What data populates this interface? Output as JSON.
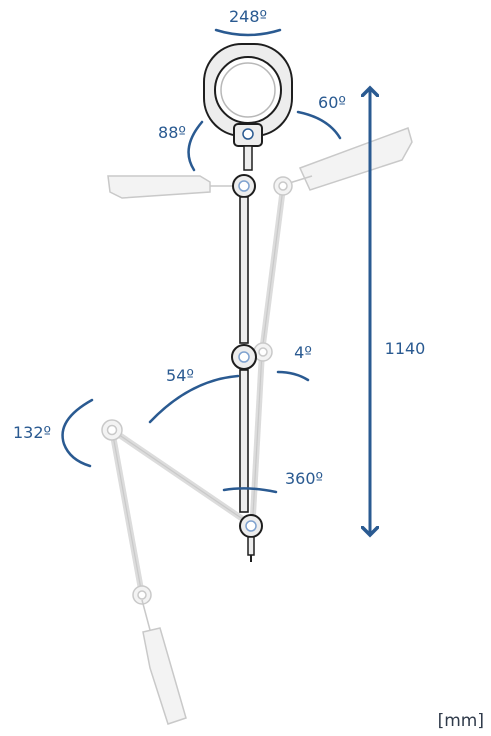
{
  "colors": {
    "accent": "#2a5a91",
    "ghost_stroke": "#c9c9c9",
    "ghost_fill": "#f3f3f3",
    "main_stroke": "#1e1e1e",
    "joint_ring": "#7fa2cf",
    "unit_text": "#2f3a4a"
  },
  "rotations": {
    "head": "248º",
    "head_tilt_left": "88º",
    "head_tilt_right": "60º",
    "mid_joint": "54º",
    "mid_joint_small": "4º",
    "shoulder": "132º",
    "base": "360º"
  },
  "height": {
    "value": "1140"
  },
  "unit": "[mm]"
}
